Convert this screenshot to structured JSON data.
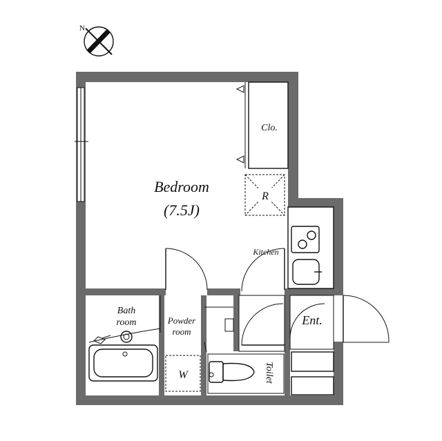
{
  "compass": {
    "label": "N"
  },
  "rooms": {
    "bedroom": {
      "name": "Bedroom",
      "size": "(7.5J)"
    },
    "closet": "Clo.",
    "refrigerator": "R",
    "kitchen": "Kitchen",
    "bath": {
      "line1": "Bath",
      "line2": "room"
    },
    "powder": {
      "line1": "Powder",
      "line2": "room"
    },
    "washer": "W",
    "toilet": "Toilet",
    "entrance": "Ent."
  },
  "colors": {
    "wall": "#6b6b6b",
    "line": "#111111",
    "background": "#ffffff"
  }
}
